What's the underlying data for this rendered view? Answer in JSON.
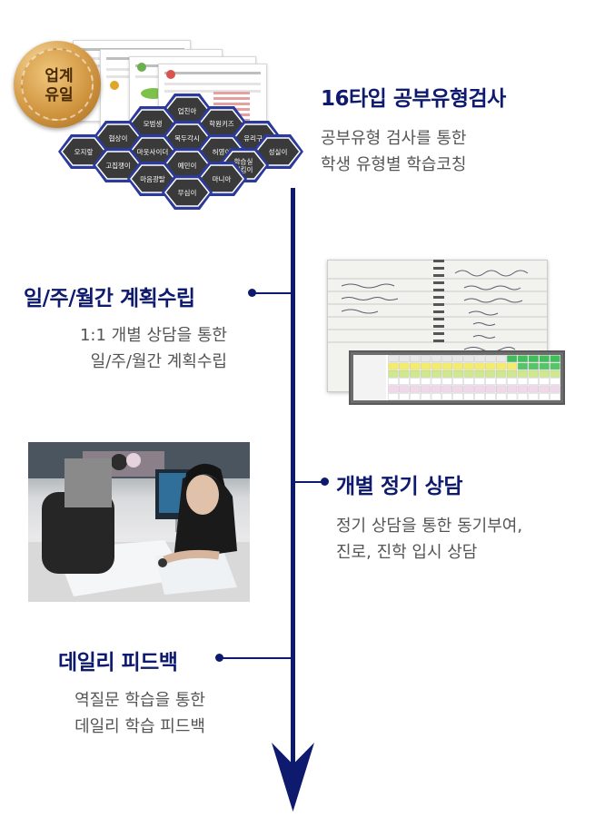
{
  "badge": {
    "line1": "업계",
    "line2": "유일"
  },
  "step1": {
    "title": "16타입 공부유형검사",
    "desc_line1": "공부유형 검사를 통한",
    "desc_line2": "학생 유형별 학습코칭"
  },
  "step2": {
    "title": "일/주/월간 계획수립",
    "desc_line1": "1:1 개별 상담을 통한",
    "desc_line2": "일/주/월간 계획수립"
  },
  "step3": {
    "title": "개별 정기 상담",
    "desc_line1": "정기 상담을 통한 동기부여,",
    "desc_line2": "진로, 진학 입시 상담"
  },
  "step4": {
    "title": "데일리 피드백",
    "desc_line1": "역질문 학습을 통한",
    "desc_line2": "데일리 학습 피드백"
  },
  "hexagons": [
    "업친아",
    "모범생",
    "학원키즈",
    "협상이",
    "목두각시",
    "유리구슬",
    "오지랖",
    "마웃사이더",
    "허영이",
    "성실이",
    "고집쟁이",
    "예민이",
    "학습실 지킴이",
    "마음광탈",
    "마니아",
    "무심이"
  ],
  "colors": {
    "navy": "#0e1a6e",
    "text_gray": "#555555"
  }
}
